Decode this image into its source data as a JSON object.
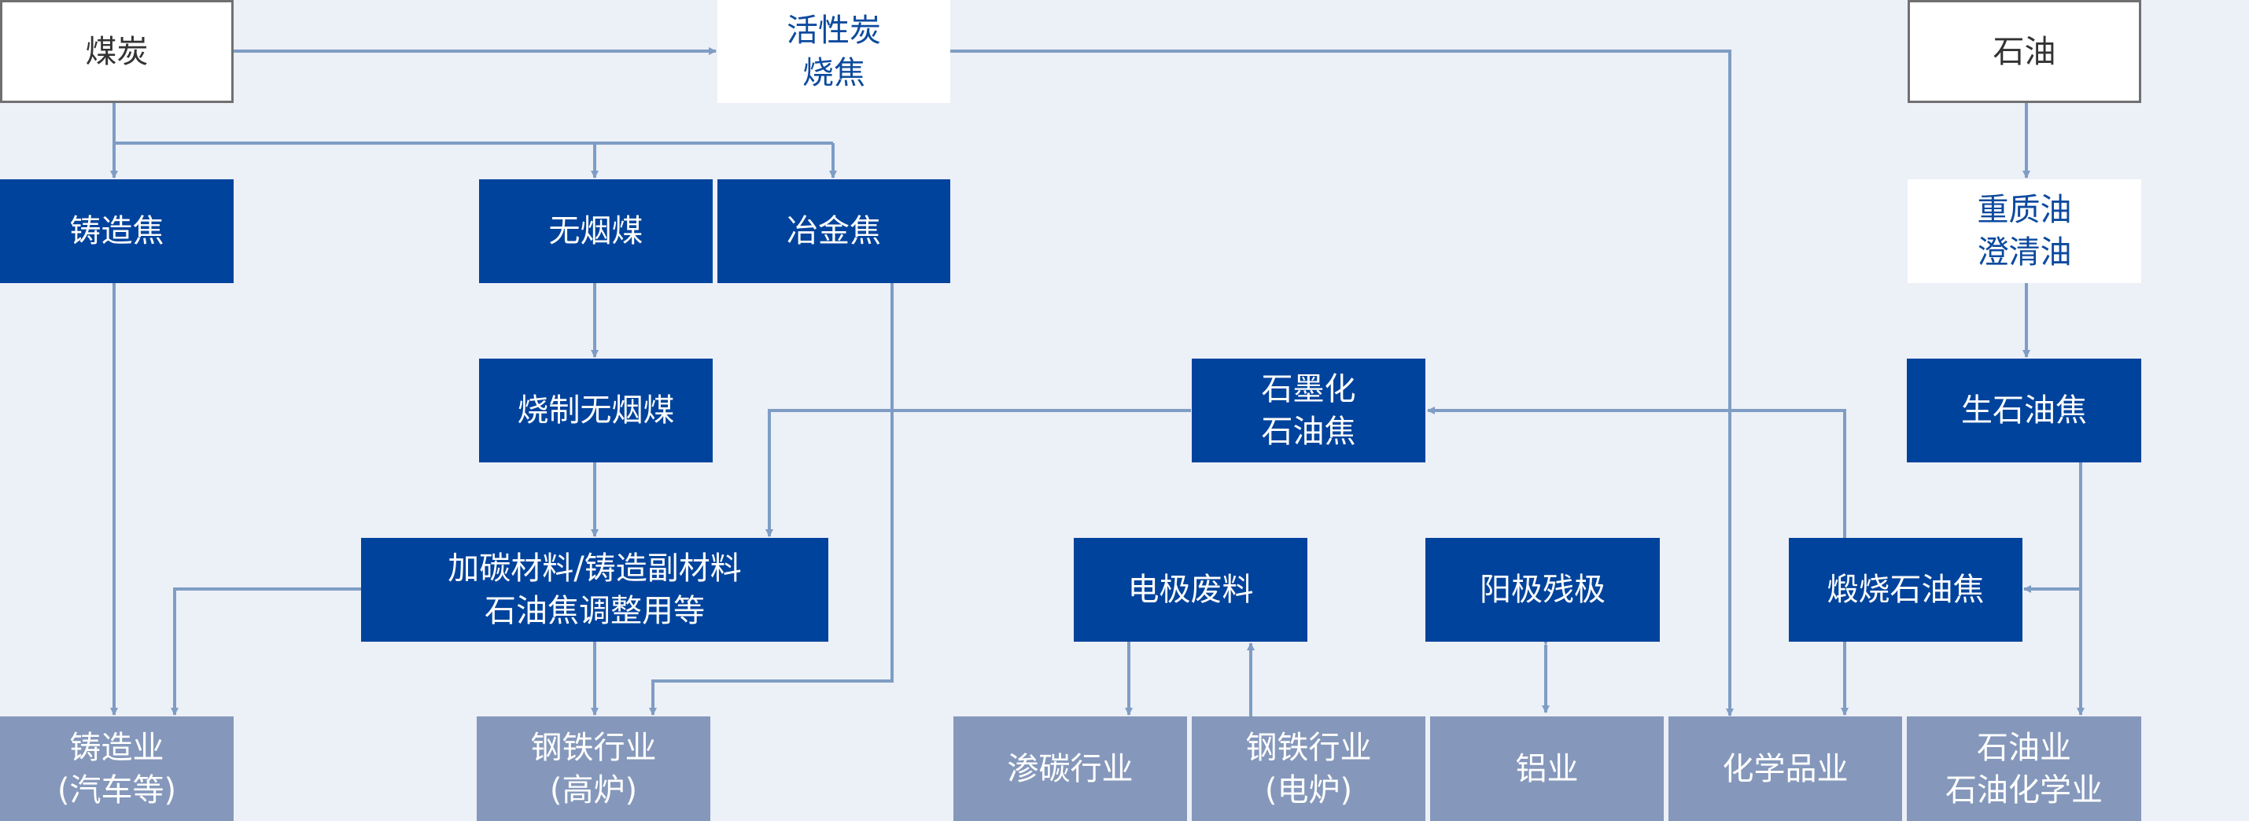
{
  "colors": {
    "background": "#ECF0F7",
    "raw_material_border": "#707070",
    "raw_material_text": "#333333",
    "intermediate_text": "#0D4A9E",
    "product_fill": "#00439C",
    "industry_fill": "#8598BB",
    "arrow": "#7F9DC4"
  },
  "nodes": {
    "coal": {
      "lines": [
        "煤炭"
      ]
    },
    "activated_carbon": {
      "lines": [
        "活性炭",
        "烧焦"
      ]
    },
    "petroleum": {
      "lines": [
        "石油"
      ]
    },
    "foundry_coke": {
      "lines": [
        "铸造焦"
      ]
    },
    "anthracite": {
      "lines": [
        "无烟煤"
      ]
    },
    "metallurgical_coke": {
      "lines": [
        "冶金焦"
      ]
    },
    "heavy_oil": {
      "lines": [
        "重质油",
        "澄清油"
      ]
    },
    "calcined_anthracite": {
      "lines": [
        "烧制无烟煤"
      ]
    },
    "graphitized_coke": {
      "lines": [
        "石墨化",
        "石油焦"
      ]
    },
    "green_coke": {
      "lines": [
        "生石油焦"
      ]
    },
    "carburizer": {
      "lines": [
        "加碳材料/铸造副材料",
        "石油焦调整用等"
      ]
    },
    "electrode_scrap": {
      "lines": [
        "电极废料"
      ]
    },
    "anode_butts": {
      "lines": [
        "阳极残极"
      ]
    },
    "calcined_coke": {
      "lines": [
        "煅烧石油焦"
      ]
    },
    "foundry_industry": {
      "lines": [
        "铸造业",
        "(汽车等)"
      ]
    },
    "steel_blast": {
      "lines": [
        "钢铁行业",
        "(高炉)"
      ]
    },
    "carburizing": {
      "lines": [
        "渗碳行业"
      ]
    },
    "steel_electric": {
      "lines": [
        "钢铁行业",
        "(电炉)"
      ]
    },
    "aluminum": {
      "lines": [
        "铝业"
      ]
    },
    "chemicals": {
      "lines": [
        "化学品业"
      ]
    },
    "petrochemical": {
      "lines": [
        "石油业",
        "石油化学业"
      ]
    }
  }
}
